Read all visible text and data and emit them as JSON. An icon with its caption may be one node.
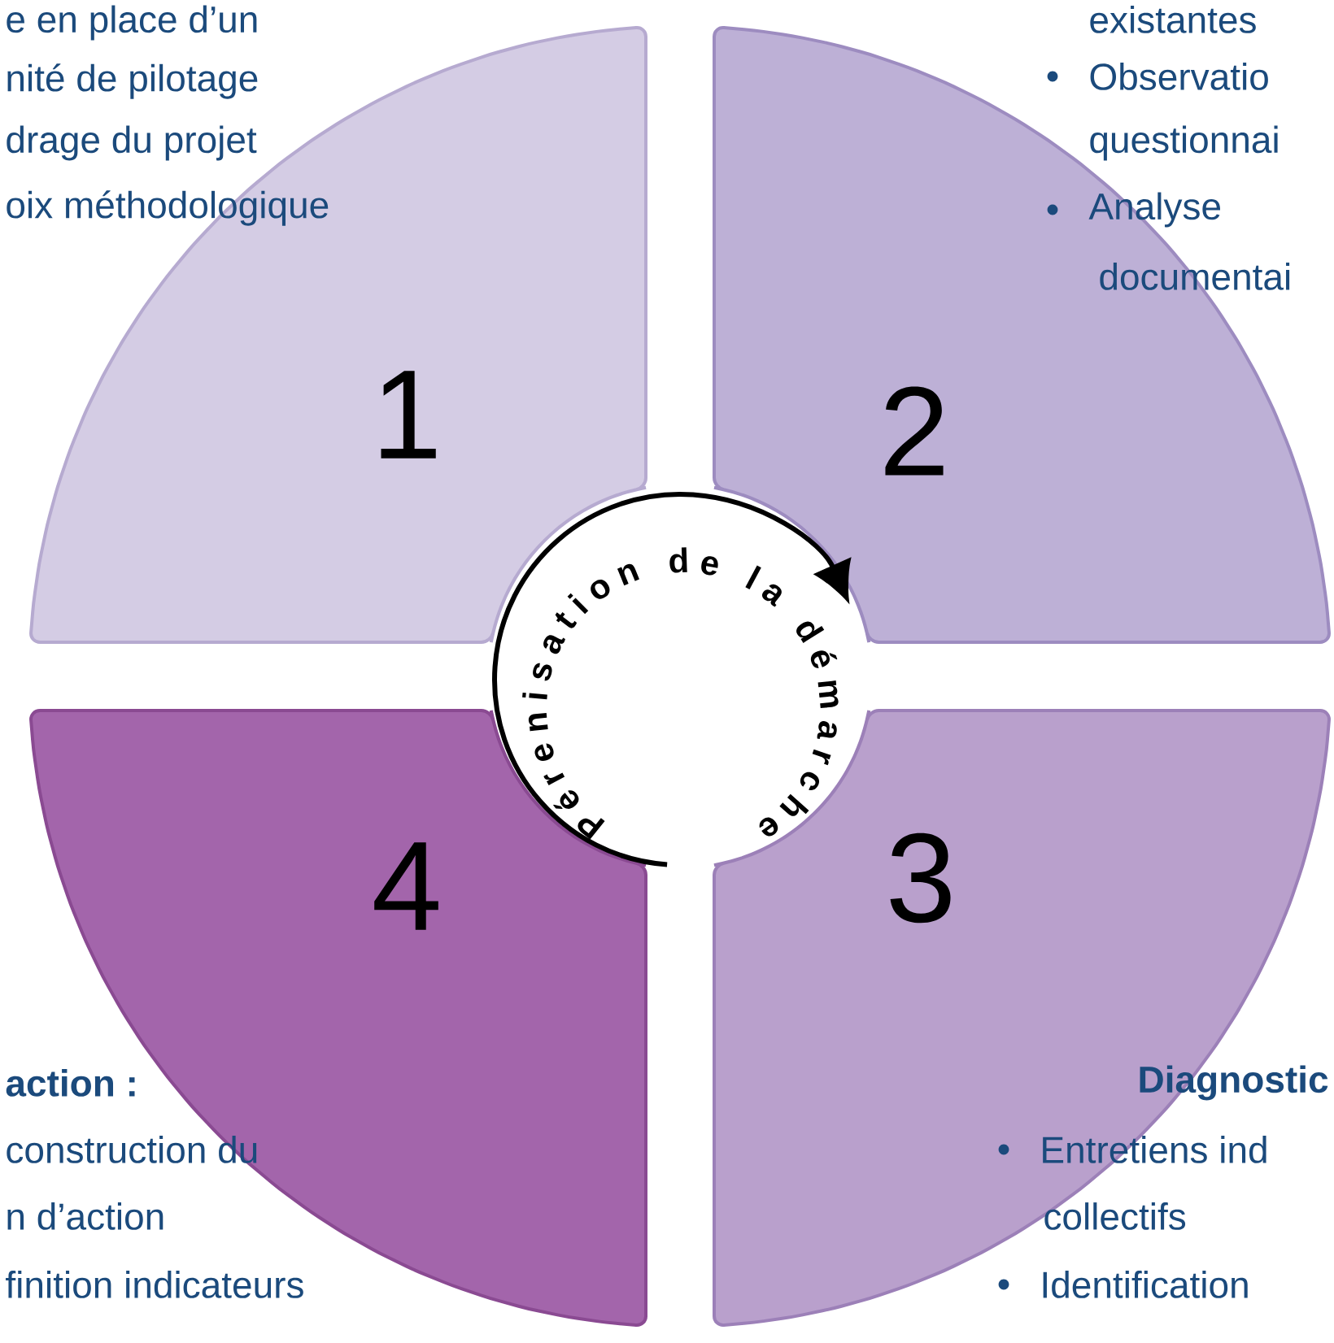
{
  "diagram": {
    "nodes": [
      {
        "text": [
          "1"
        ],
        "beside": [
          "e en place d’un",
          "nité de pilotage",
          "drage du projet",
          "oix méthodologique"
        ]
      },
      {
        "text": [
          "2"
        ],
        "beside": [
          "existantes",
          "Observatio",
          "questionnai",
          "Analyse",
          "documentai"
        ]
      },
      {
        "text": [
          "3"
        ],
        "beside": [
          "Diagnostic",
          "Entretiens ind",
          "collectifs",
          "Identification"
        ]
      },
      {
        "text": [
          "4"
        ],
        "beside": [
          "action :",
          "construction du",
          "n d’action",
          "finition indicateurs"
        ]
      }
    ],
    "labels": [
      "Pérenisation de la démarche"
    ]
  }
}
